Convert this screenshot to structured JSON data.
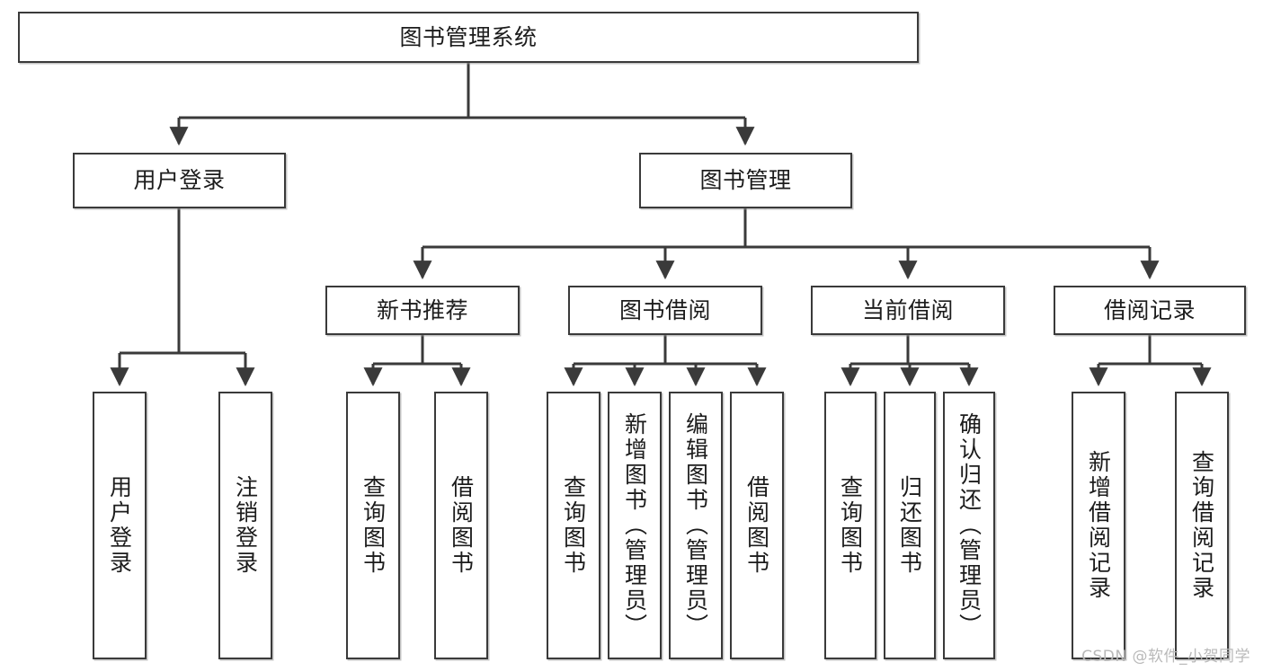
{
  "diagram": {
    "title": "图书管理系统",
    "type": "tree-hierarchy-diagram",
    "colors": {
      "box_border": "#3a3a3a",
      "box_fill": "#ffffff",
      "edge": "#3a3a3a",
      "text": "#1c1c1c",
      "watermark": "#b9b9b9",
      "background": "#ffffff"
    },
    "nodes": {
      "root": {
        "label": "图书管理系统",
        "level": 1,
        "orientation": "horizontal"
      },
      "user_login": {
        "label": "用户登录",
        "level": 2,
        "orientation": "horizontal"
      },
      "book_manage": {
        "label": "图书管理",
        "level": 2,
        "orientation": "horizontal"
      },
      "new_book_rec": {
        "label": "新书推荐",
        "level": 3,
        "orientation": "horizontal"
      },
      "book_borrow": {
        "label": "图书借阅",
        "level": 3,
        "orientation": "horizontal"
      },
      "current_borrow": {
        "label": "当前借阅",
        "level": 3,
        "orientation": "horizontal"
      },
      "borrow_record": {
        "label": "借阅记录",
        "level": 3,
        "orientation": "horizontal"
      },
      "leaf_user_login": {
        "label": "用户登录",
        "level": 4,
        "orientation": "vertical"
      },
      "leaf_logout": {
        "label": "注销登录",
        "level": 4,
        "orientation": "vertical"
      },
      "leaf_query_book_1": {
        "label": "查询图书",
        "level": 4,
        "orientation": "vertical"
      },
      "leaf_borrow_book_1": {
        "label": "借阅图书",
        "level": 4,
        "orientation": "vertical"
      },
      "leaf_query_book_2": {
        "label": "查询图书",
        "level": 4,
        "orientation": "vertical"
      },
      "leaf_add_book": {
        "label": "新增图书（管理员）",
        "level": 4,
        "orientation": "vertical"
      },
      "leaf_edit_book": {
        "label": "编辑图书（管理员）",
        "level": 4,
        "orientation": "vertical"
      },
      "leaf_borrow_book_2": {
        "label": "借阅图书",
        "level": 4,
        "orientation": "vertical"
      },
      "leaf_query_book_3": {
        "label": "查询图书",
        "level": 4,
        "orientation": "vertical"
      },
      "leaf_return_book": {
        "label": "归还图书",
        "level": 4,
        "orientation": "vertical"
      },
      "leaf_confirm_return": {
        "label": "确认归还（管理员）",
        "level": 4,
        "orientation": "vertical"
      },
      "leaf_add_record": {
        "label": "新增借阅记录",
        "level": 4,
        "orientation": "vertical"
      },
      "leaf_query_record": {
        "label": "查询借阅记录",
        "level": 4,
        "orientation": "vertical"
      }
    },
    "edges": [
      {
        "from": "root",
        "to": "user_login"
      },
      {
        "from": "root",
        "to": "book_manage"
      },
      {
        "from": "user_login",
        "to": "leaf_user_login"
      },
      {
        "from": "user_login",
        "to": "leaf_logout"
      },
      {
        "from": "book_manage",
        "to": "new_book_rec"
      },
      {
        "from": "book_manage",
        "to": "book_borrow"
      },
      {
        "from": "book_manage",
        "to": "current_borrow"
      },
      {
        "from": "book_manage",
        "to": "borrow_record"
      },
      {
        "from": "new_book_rec",
        "to": "leaf_query_book_1"
      },
      {
        "from": "new_book_rec",
        "to": "leaf_borrow_book_1"
      },
      {
        "from": "book_borrow",
        "to": "leaf_query_book_2"
      },
      {
        "from": "book_borrow",
        "to": "leaf_add_book"
      },
      {
        "from": "book_borrow",
        "to": "leaf_edit_book"
      },
      {
        "from": "book_borrow",
        "to": "leaf_borrow_book_2"
      },
      {
        "from": "current_borrow",
        "to": "leaf_query_book_3"
      },
      {
        "from": "current_borrow",
        "to": "leaf_return_book"
      },
      {
        "from": "current_borrow",
        "to": "leaf_confirm_return"
      },
      {
        "from": "borrow_record",
        "to": "leaf_add_record"
      },
      {
        "from": "borrow_record",
        "to": "leaf_query_record"
      }
    ]
  },
  "watermark": {
    "text": "CSDN @软件_小贺同学"
  }
}
